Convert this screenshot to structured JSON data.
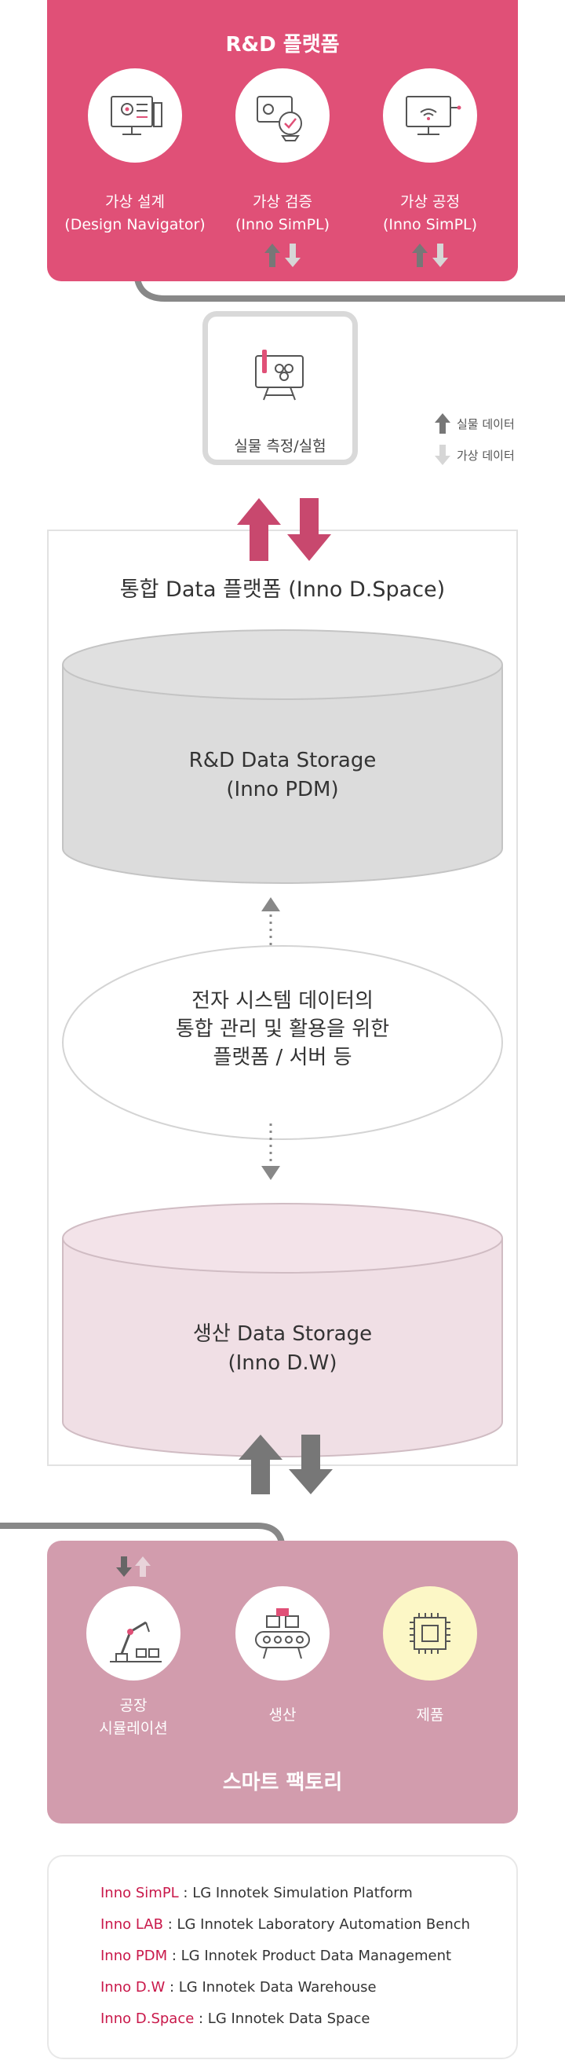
{
  "rd_platform": {
    "title": "R&D 플랫폼",
    "items": [
      {
        "label_ko": "가상 설계",
        "label_en": "(Design Navigator)",
        "icon": "design-monitor-icon",
        "arrows": false
      },
      {
        "label_ko": "가상 검증",
        "label_en": "(Inno SimPL)",
        "icon": "verification-icon",
        "arrows": true
      },
      {
        "label_ko": "가상 공정",
        "label_en": "(Inno SimPL)",
        "icon": "process-monitor-icon",
        "arrows": true
      }
    ]
  },
  "measurement": {
    "label": "실물 측정/실험",
    "icon": "experiment-board-icon"
  },
  "legend": {
    "real_label": "실물 데이터",
    "virtual_label": "가상 데이터"
  },
  "data_platform": {
    "title": "통합 Data 플랫폼 (Inno D.Space)",
    "rd_storage": {
      "line1": "R&D Data Storage",
      "line2": "(Inno PDM)"
    },
    "middle": {
      "line1": "전자 시스템 데이터의",
      "line2": "통합 관리 및 활용을 위한",
      "line3": "플랫폼 / 서버 등"
    },
    "prod_storage": {
      "line1": "생산 Data Storage",
      "line2": "(Inno D.W)"
    }
  },
  "smart_factory": {
    "title": "스마트 팩토리",
    "items": [
      {
        "label_line1": "공장",
        "label_line2": "시뮬레이션",
        "icon": "robot-arm-icon"
      },
      {
        "label_line1": "생산",
        "label_line2": "",
        "icon": "conveyor-icon"
      },
      {
        "label_line1": "제품",
        "label_line2": "",
        "icon": "chip-icon"
      }
    ]
  },
  "glossary": [
    {
      "term": "Inno SimPL",
      "desc": " : LG Innotek Simulation Platform"
    },
    {
      "term": "Inno LAB",
      "desc": " : LG Innotek Laboratory Automation Bench"
    },
    {
      "term": "Inno PDM",
      "desc": " : LG Innotek Product Data Management"
    },
    {
      "term": "Inno D.W",
      "desc": " : LG Innotek Data Warehouse"
    },
    {
      "term": "Inno D.Space",
      "desc": " : LG Innotek Data Space"
    }
  ],
  "colors": {
    "rd_platform": "#e05077",
    "smart_factory": "#d29cad",
    "real_data_arrow": "#777777",
    "virtual_data_arrow": "#d6d6d6",
    "accent_arrow": "#c8486e",
    "glossary_term": "#c9184a"
  }
}
